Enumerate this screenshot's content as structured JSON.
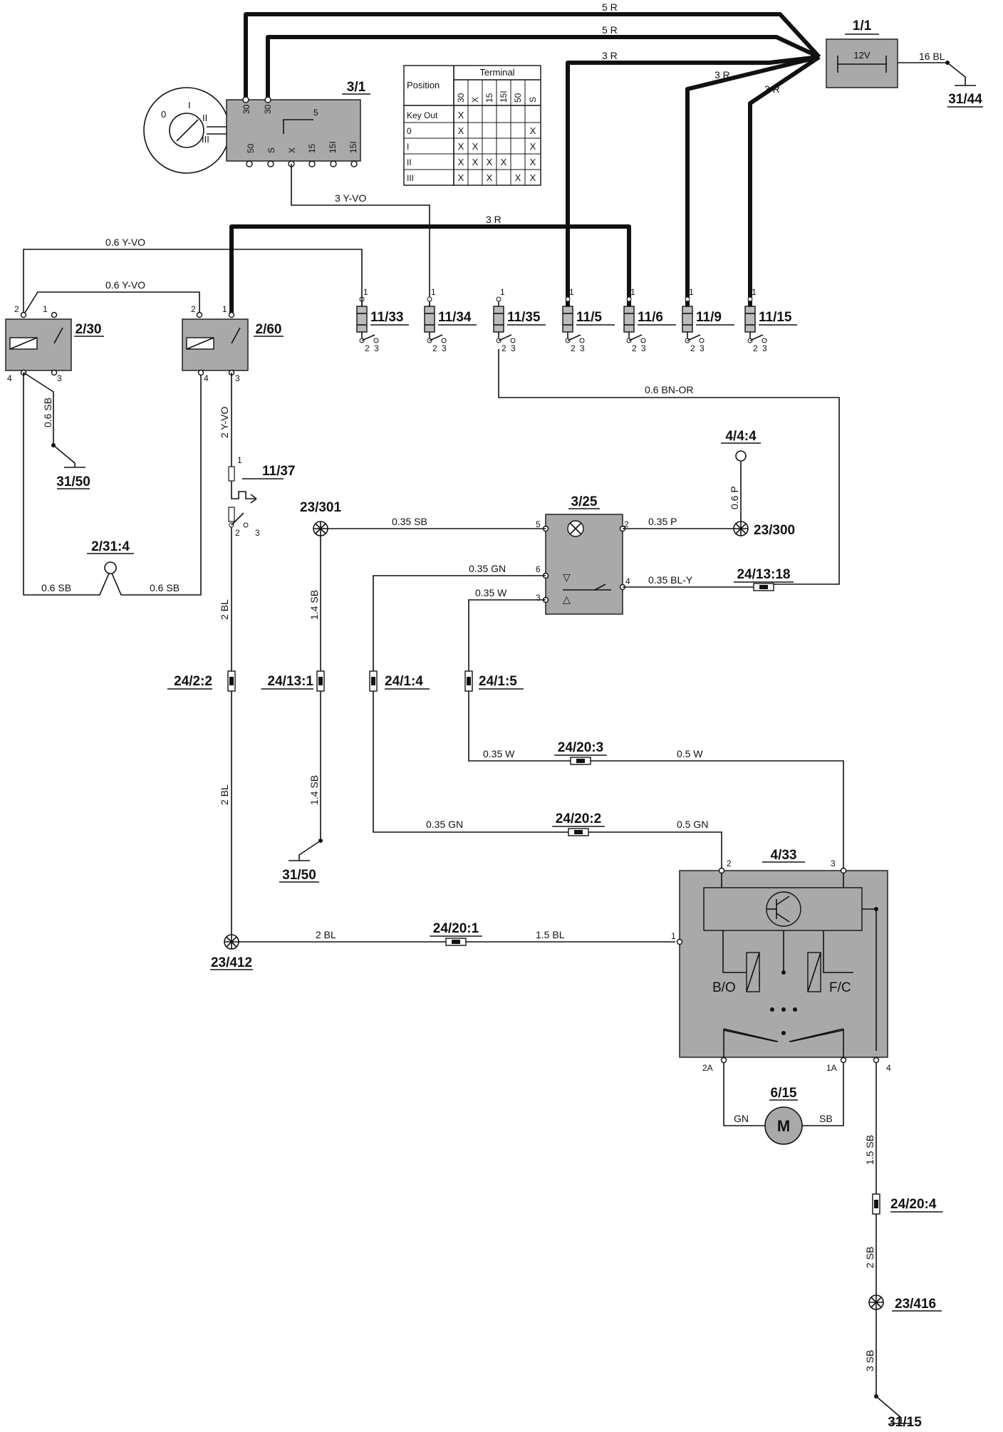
{
  "components": {
    "battery": {
      "id": "1/1",
      "label": "12V"
    },
    "gnd_31_44": {
      "id": "31/44"
    },
    "ignition_switch": {
      "id": "3/1",
      "pins_top": [
        "30",
        "30"
      ],
      "pins_bottom": [
        "50",
        "S",
        "X",
        "15",
        "15I",
        "15I"
      ],
      "pin_mid": "5",
      "positions": [
        "0",
        "I",
        "II",
        "III"
      ]
    },
    "relay_2_30": {
      "id": "2/30"
    },
    "relay_2_60": {
      "id": "2/60"
    },
    "gnd_31_50_a": {
      "id": "31/50"
    },
    "gnd_31_50_b": {
      "id": "31/50"
    },
    "switch_11_37": {
      "id": "11/37"
    },
    "contact_2_31_4": {
      "id": "2/31:4"
    },
    "fuses": [
      "11/33",
      "11/34",
      "11/35",
      "11/5",
      "11/6",
      "11/9",
      "11/15"
    ],
    "splice_23_301": {
      "id": "23/301"
    },
    "splice_23_300": {
      "id": "23/300"
    },
    "splice_23_412": {
      "id": "23/412"
    },
    "splice_23_416": {
      "id": "23/416"
    },
    "bulb_4_4_4": {
      "id": "4/4:4"
    },
    "switch_3_25": {
      "id": "3/25"
    },
    "control_4_33": {
      "id": "4/33",
      "label_left": "B/O",
      "label_right": "F/C"
    },
    "motor_6_15": {
      "id": "6/15",
      "symbol": "M"
    },
    "gnd_31_15": {
      "id": "31/15"
    }
  },
  "terminal_table": {
    "header_position": "Position",
    "header_terminal": "Terminal",
    "columns": [
      "30",
      "X",
      "15",
      "15I",
      "50",
      "S"
    ],
    "rows": [
      {
        "pos": "Key Out",
        "marks": [
          "X",
          "",
          "",
          "",
          "",
          ""
        ]
      },
      {
        "pos": "0",
        "marks": [
          "X",
          "",
          "",
          "",
          "",
          "X"
        ]
      },
      {
        "pos": "I",
        "marks": [
          "X",
          "X",
          "",
          "",
          "",
          "X"
        ]
      },
      {
        "pos": "II",
        "marks": [
          "X",
          "X",
          "X",
          "X",
          "",
          "X"
        ]
      },
      {
        "pos": "III",
        "marks": [
          "X",
          "",
          "X",
          "",
          "X",
          "X"
        ]
      }
    ]
  },
  "connectors": {
    "c24_2_2": "24/2:2",
    "c24_13_1": "24/13:1",
    "c24_1_4": "24/1:4",
    "c24_1_5": "24/1:5",
    "c24_13_18": "24/13:18",
    "c24_20_1": "24/20:1",
    "c24_20_2": "24/20:2",
    "c24_20_3": "24/20:3",
    "c24_20_4": "24/20:4"
  },
  "wires": {
    "w_5r_a": "5 R",
    "w_5r_b": "5 R",
    "w_3r_a": "3 R",
    "w_3r_b": "3 R",
    "w_3r_c": "3 R",
    "w_16bl": "16 BL",
    "w_3yvo": "3 Y-VO",
    "w_3r_d": "3 R",
    "w_06yvo_a": "0.6 Y-VO",
    "w_06yvo_b": "0.6 Y-VO",
    "w_06sb_a": "0.6 SB",
    "w_06sb_b": "0.6 SB",
    "w_06sb_c": "0.6 SB",
    "w_2yvo": "2 Y-VO",
    "w_06bnor": "0.6 BN-OR",
    "w_06p": "0.6 P",
    "w_035sb": "0.35 SB",
    "w_035p": "0.35 P",
    "w_035gn_a": "0.35 GN",
    "w_035blY": "0.35 BL-Y",
    "w_035w_a": "0.35 W",
    "w_2bl_a": "2 BL",
    "w_14sb_a": "1.4 SB",
    "w_14sb_b": "1.4 SB",
    "w_2bl_b": "2 BL",
    "w_035w_b": "0.35 W",
    "w_05w": "0.5 W",
    "w_035gn_b": "0.35 GN",
    "w_05gn": "0.5 GN",
    "w_2bl_c": "2 BL",
    "w_15bl": "1.5 BL",
    "w_gn": "GN",
    "w_sb": "SB",
    "w_15sb": "1.5 SB",
    "w_2sb": "2 SB",
    "w_3sb": "3 SB"
  }
}
